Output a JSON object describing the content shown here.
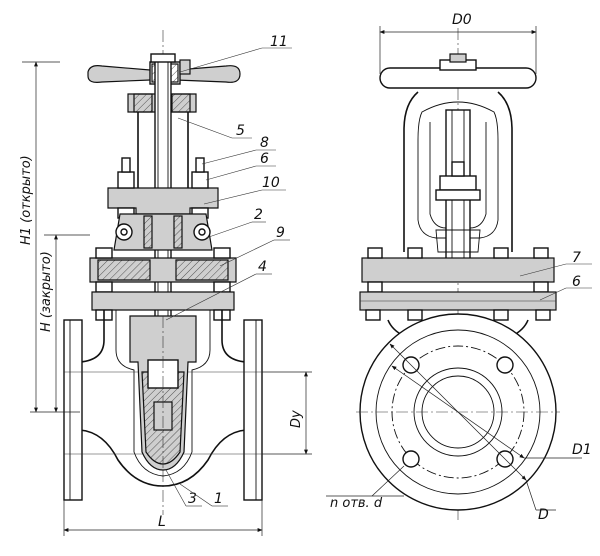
{
  "dimensions": {
    "h1": "H1 (открыто)",
    "h": "H (закрыто)",
    "dy": "Dy",
    "l": "L",
    "d0": "D0",
    "d1": "D1",
    "d": "D",
    "holes": "n отв. d"
  },
  "callouts": {
    "front": [
      "11",
      "5",
      "8",
      "6",
      "10",
      "2",
      "9",
      "4",
      "3",
      "1"
    ],
    "side": [
      "7",
      "6"
    ]
  }
}
